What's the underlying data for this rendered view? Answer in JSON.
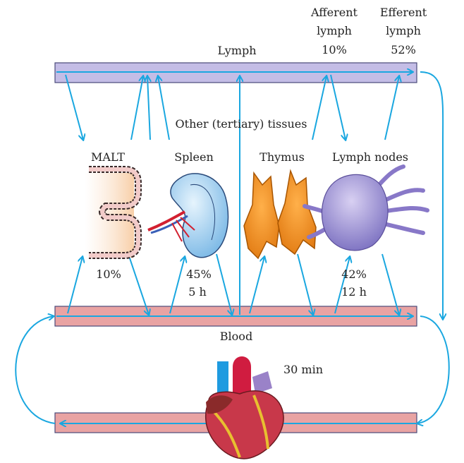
{
  "header": {
    "afferent": {
      "line1": "Afferent",
      "line2": "lymph",
      "pct": "10%"
    },
    "efferent": {
      "line1": "Efferent",
      "line2": "lymph",
      "pct": "52%"
    }
  },
  "channels": {
    "lymph": "Lymph",
    "blood": "Blood",
    "tertiary": "Other (tertiary) tissues"
  },
  "organs": {
    "malt": {
      "label": "MALT",
      "pct": "10%"
    },
    "spleen": {
      "label": "Spleen",
      "pct": "45%",
      "time": "5 h"
    },
    "thymus": {
      "label": "Thymus"
    },
    "lymph_nodes": {
      "label": "Lymph nodes",
      "pct": "42%",
      "time": "12 h"
    }
  },
  "heart": {
    "time": "30 min"
  },
  "colors": {
    "arrow": "#1aa7e0",
    "lymph_band": "#c4bde6",
    "blood_band": "#e9a3a3",
    "band_edge": "#4a4a7a"
  }
}
